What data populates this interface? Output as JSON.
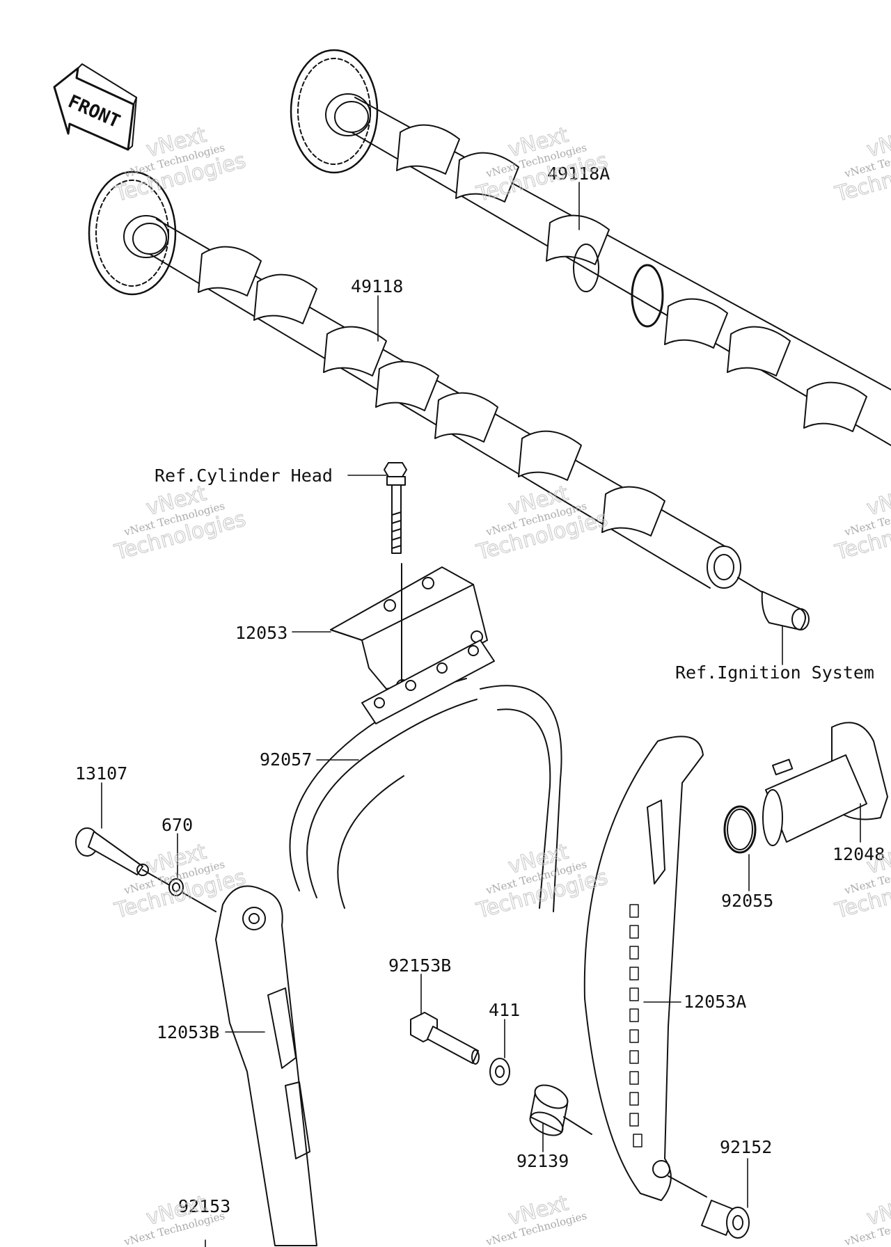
{
  "front_label": "FRONT",
  "watermark": {
    "line1": "vNext Technologies",
    "line2": "Technologies",
    "line3": "vNext"
  },
  "labels": {
    "p49118A": "49118A",
    "p49118": "49118",
    "ref_cyl": "Ref.Cylinder Head",
    "p12053": "12053",
    "ref_ign": "Ref.Ignition System",
    "p92057": "92057",
    "p13107": "13107",
    "p670": "670",
    "p12048": "12048",
    "p92055": "92055",
    "p92153B": "92153B",
    "p411": "411",
    "p12053A": "12053A",
    "p12053B": "12053B",
    "p92139": "92139",
    "p92152": "92152",
    "p92153": "92153"
  }
}
